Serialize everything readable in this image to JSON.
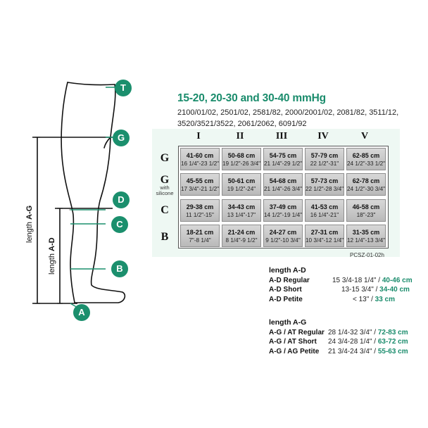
{
  "title": "15-20, 20-30 and 30-40 mmHg",
  "styles_line1": "2100/01/02, 2501/02, 2581/82, 2000/2001/02, 2081/82, 3511/12,",
  "styles_line2": "3520/3521/3522, 2061/2062, 6091/92",
  "columns": [
    "I",
    "II",
    "III",
    "IV",
    "V"
  ],
  "rows": [
    {
      "label": "G",
      "sub": "",
      "cells": [
        {
          "cm": "41-60 cm",
          "in": "16 1/4\"-23 1/2\""
        },
        {
          "cm": "50-68 cm",
          "in": "19 1/2\"-26 3/4\""
        },
        {
          "cm": "54-75 cm",
          "in": "21 1/4\"-29 1/2\""
        },
        {
          "cm": "57-79 cm",
          "in": "22 1/2\"-31\""
        },
        {
          "cm": "62-85 cm",
          "in": "24 1/2\"-33 1/2\""
        }
      ]
    },
    {
      "label": "G",
      "sub": "with silicone",
      "cells": [
        {
          "cm": "45-55 cm",
          "in": "17 3/4\"-21 1/2\""
        },
        {
          "cm": "50-61 cm",
          "in": "19 1/2\"-24\""
        },
        {
          "cm": "54-68 cm",
          "in": "21 1/4\"-26 3/4\""
        },
        {
          "cm": "57-73 cm",
          "in": "22 1/2\"-28 3/4\""
        },
        {
          "cm": "62-78 cm",
          "in": "24 1/2\"-30 3/4\""
        }
      ]
    },
    {
      "label": "C",
      "sub": "",
      "cells": [
        {
          "cm": "29-38 cm",
          "in": "11 1/2\"-15\""
        },
        {
          "cm": "34-43 cm",
          "in": "13 1/4\"-17\""
        },
        {
          "cm": "37-49 cm",
          "in": "14 1/2\"-19 1/4\""
        },
        {
          "cm": "41-53 cm",
          "in": "16 1/4\"-21\""
        },
        {
          "cm": "46-58 cm",
          "in": "18\"-23\""
        }
      ]
    },
    {
      "label": "B",
      "sub": "",
      "cells": [
        {
          "cm": "18-21 cm",
          "in": "7\"-8 1/4\""
        },
        {
          "cm": "21-24 cm",
          "in": "8 1/4\"-9 1/2\""
        },
        {
          "cm": "24-27 cm",
          "in": "9 1/2\"-10 3/4\""
        },
        {
          "cm": "27-31 cm",
          "in": "10 3/4\"-12 1/4\""
        },
        {
          "cm": "31-35 cm",
          "in": "12 1/4\"-13 3/4\""
        }
      ]
    }
  ],
  "chart_code": "PCSZ-01-02h",
  "length_ad": {
    "heading": "length A-D",
    "rows": [
      {
        "label": "A-D Regular",
        "inch": "15 3/4-18 1/4\" / ",
        "metric": "40-46 cm"
      },
      {
        "label": "A-D Short",
        "inch": "13-15 3/4\" / ",
        "metric": "34-40 cm"
      },
      {
        "label": "A-D Petite",
        "inch": "< 13\" / ",
        "metric": "33 cm"
      }
    ]
  },
  "length_ag": {
    "heading": "length A-G",
    "rows": [
      {
        "label": "A-G / AT Regular",
        "inch": "28 1/4-32 3/4\" / ",
        "metric": "72-83 cm"
      },
      {
        "label": "A-G / AT Short",
        "inch": "24 3/4-28 1/4\" / ",
        "metric": "63-72 cm"
      },
      {
        "label": "A-G / AG Petite",
        "inch": "21 3/4-24 3/4\" / ",
        "metric": "55-63 cm"
      }
    ]
  },
  "markers": [
    "T",
    "G",
    "D",
    "C",
    "B",
    "A"
  ],
  "side_labels": {
    "ag_prefix": "length ",
    "ag_bold": "A-G",
    "ad_prefix": "length ",
    "ad_bold": "A-D"
  },
  "colors": {
    "accent": "#1b8f6d",
    "table_bg": "#eef8f3",
    "cell": "#c8c8c8"
  }
}
